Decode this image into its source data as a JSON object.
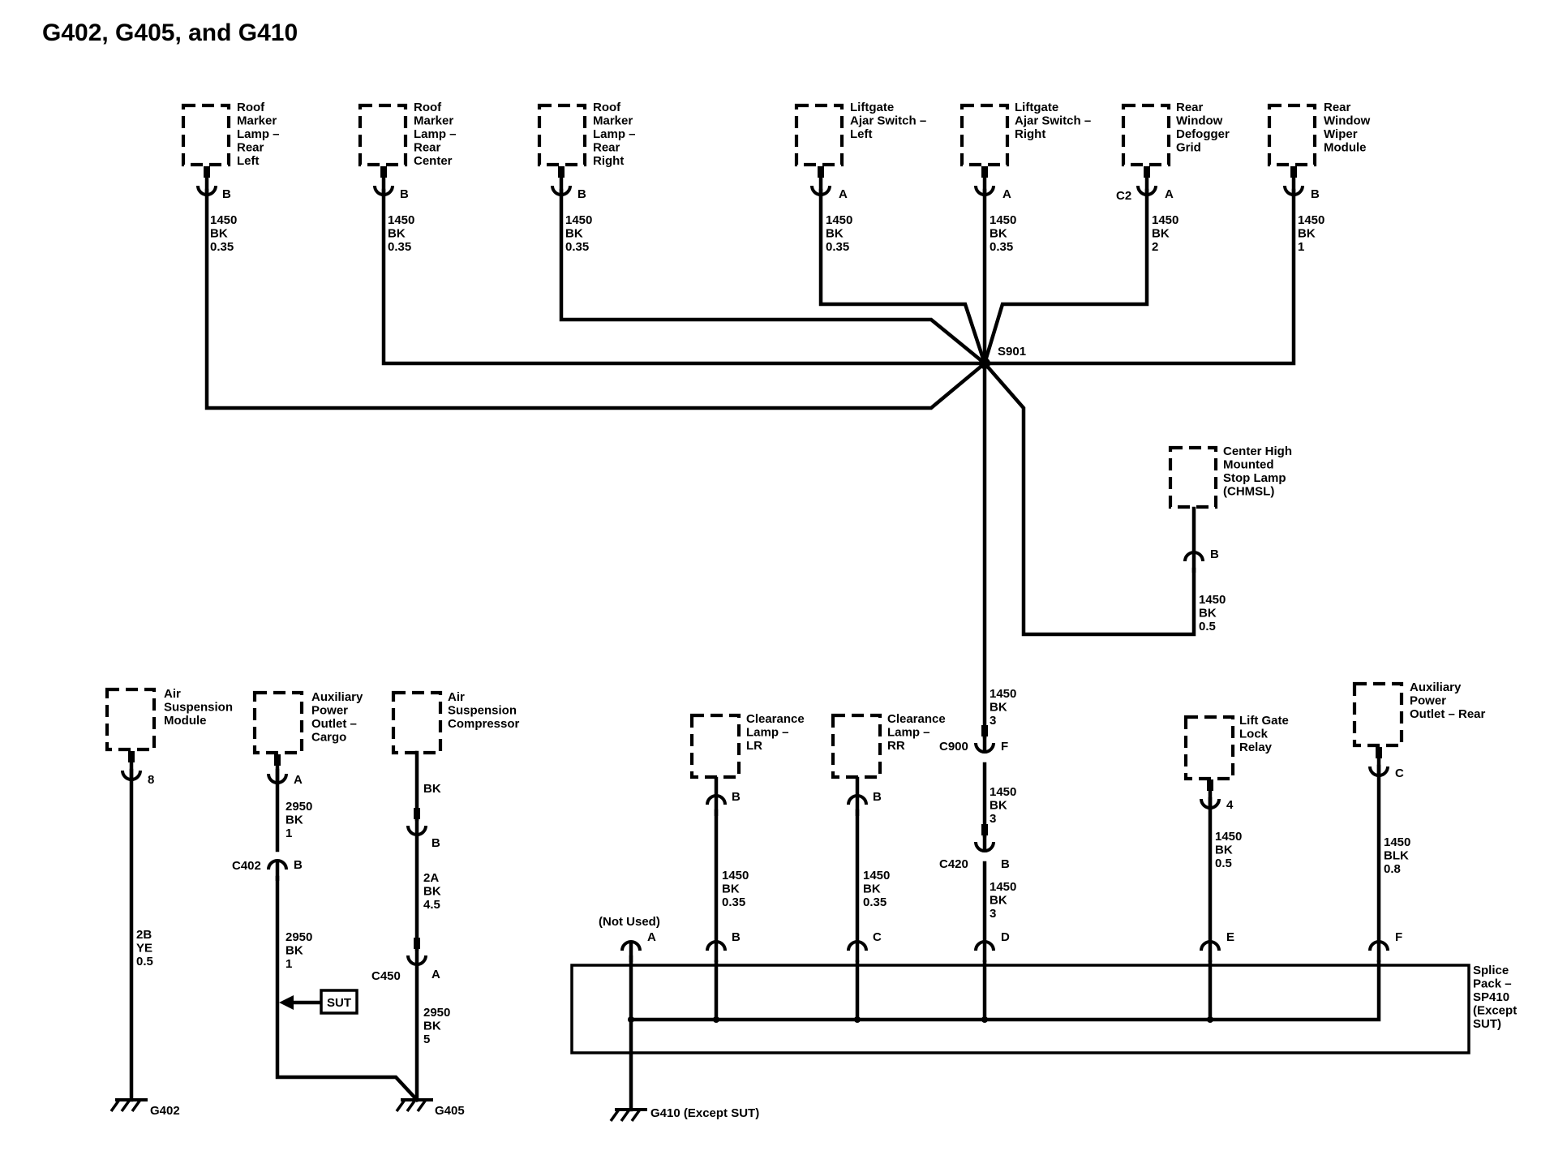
{
  "title": "G402, G405, and G410",
  "wire_labels": {
    "roof_left": [
      "1450",
      "BK",
      "0.35"
    ],
    "roof_center": [
      "1450",
      "BK",
      "0.35"
    ],
    "roof_right": [
      "1450",
      "BK",
      "0.35"
    ],
    "liftgate_left": [
      "1450",
      "BK",
      "0.35"
    ],
    "liftgate_right": [
      "1450",
      "BK",
      "0.35"
    ],
    "defogger": [
      "1450",
      "BK",
      "2"
    ],
    "wiper": [
      "1450",
      "BK",
      "1"
    ],
    "chmsl": [
      "1450",
      "BK",
      "0.5"
    ],
    "trunk_upper": [
      "1450",
      "BK",
      "3"
    ],
    "trunk_mid": [
      "1450",
      "BK",
      "3"
    ],
    "trunk_lower": [
      "1450",
      "BK",
      "3"
    ],
    "clear_lr": [
      "1450",
      "BK",
      "0.35"
    ],
    "clear_rr": [
      "1450",
      "BK",
      "0.35"
    ],
    "liftgate_relay": [
      "1450",
      "BK",
      "0.5"
    ],
    "aux_rear": [
      "1450",
      "BLK",
      "0.8"
    ],
    "air_module": [
      "2B",
      "YE",
      "0.5"
    ],
    "aux_cargo_upper": [
      "2950",
      "BK",
      "1"
    ],
    "aux_cargo_lower": [
      "2950",
      "BK",
      "1"
    ],
    "compressor_upper": [
      "BK"
    ],
    "compressor_mid": [
      "2A",
      "BK",
      "4.5"
    ],
    "compressor_lower": [
      "2950",
      "BK",
      "5"
    ]
  },
  "components": {
    "roof_left": [
      "Roof",
      "Marker",
      "Lamp –",
      "Rear",
      "Left"
    ],
    "roof_center": [
      "Roof",
      "Marker",
      "Lamp –",
      "Rear",
      "Center"
    ],
    "roof_right": [
      "Roof",
      "Marker",
      "Lamp –",
      "Rear",
      "Right"
    ],
    "liftgate_left": [
      "Liftgate",
      "Ajar Switch –",
      "Left"
    ],
    "liftgate_right": [
      "Liftgate",
      "Ajar Switch –",
      "Right"
    ],
    "defogger": [
      "Rear",
      "Window",
      "Defogger",
      "Grid"
    ],
    "wiper": [
      "Rear",
      "Window",
      "Wiper",
      "Module"
    ],
    "chmsl": [
      "Center High",
      "Mounted",
      "Stop Lamp",
      "(CHMSL)"
    ],
    "air_module": [
      "Air",
      "Suspension",
      "Module"
    ],
    "aux_cargo": [
      "Auxiliary",
      "Power",
      "Outlet –",
      "Cargo"
    ],
    "compressor": [
      "Air",
      "Suspension",
      "Compressor"
    ],
    "clear_lr": [
      "Clearance",
      "Lamp –",
      "LR"
    ],
    "clear_rr": [
      "Clearance",
      "Lamp –",
      "RR"
    ],
    "liftgate_relay": [
      "Lift Gate",
      "Lock",
      "Relay"
    ],
    "aux_rear": [
      "Auxiliary",
      "Power",
      "Outlet – Rear"
    ],
    "splice_pack": [
      "Splice",
      "Pack –",
      "SP410",
      "(Except",
      "SUT)"
    ]
  },
  "pins": {
    "roof_left": "B",
    "roof_center": "B",
    "roof_right": "B",
    "liftgate_left": "A",
    "liftgate_right": "A",
    "defogger": "A",
    "wiper": "B",
    "chmsl": "B",
    "air_module": "8",
    "aux_cargo": "A",
    "c402": "B",
    "compressor": "B",
    "c450": "A",
    "clear_lr": "B",
    "clear_rr": "B",
    "c900": "F",
    "c420": "B",
    "liftgate_relay": "4",
    "aux_rear": "C",
    "sp_a": "A",
    "sp_b": "B",
    "sp_c": "C",
    "sp_d": "D",
    "sp_e": "E",
    "sp_f": "F"
  },
  "connectors": {
    "c2": "C2",
    "c900": "C900",
    "c420": "C420",
    "c402": "C402",
    "c450": "C450"
  },
  "splice": "S901",
  "not_used": "(Not Used)",
  "sut_tag": "SUT",
  "grounds": {
    "g402": "G402",
    "g405": "G405",
    "g410": "G410 (Except SUT)"
  }
}
